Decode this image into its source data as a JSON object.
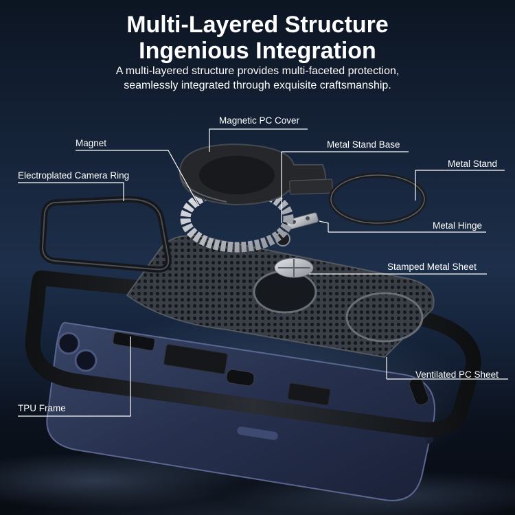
{
  "headline": {
    "line1": "Multi-Layered Structure",
    "line2": "Ingenious Integration"
  },
  "subtitle": {
    "line1": "A multi-layered structure provides multi-faceted protection,",
    "line2": "seamlessly integrated through exquisite craftsmanship."
  },
  "callouts": {
    "magnetic_pc_cover": "Magnetic PC Cover",
    "magnet": "Magnet",
    "metal_stand_base": "Metal Stand Base",
    "electroplated_camera_ring": "Electroplated Camera Ring",
    "metal_stand": "Metal Stand",
    "metal_hinge": "Metal Hinge",
    "stamped_metal_sheet": "Stamped Metal Sheet",
    "ventilated_pc_sheet": "Ventilated PC Sheet",
    "tpu_frame": "TPU Frame"
  },
  "colors": {
    "background_top": "#0c1522",
    "background_mid": "#1d2f4a",
    "text": "#ffffff",
    "phone_body": "#2b3556",
    "case_black": "#1b1d21",
    "metal": "#b9bcc2"
  }
}
